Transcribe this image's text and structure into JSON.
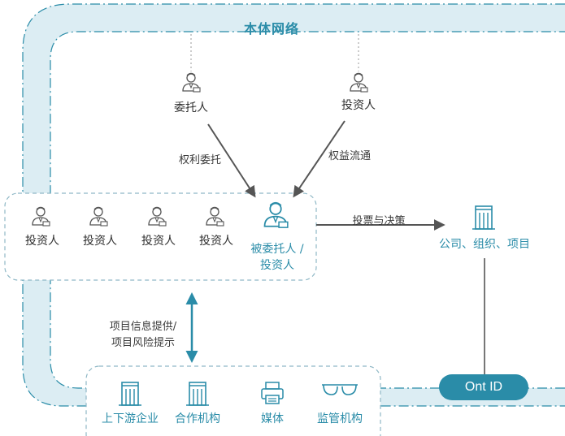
{
  "network": {
    "title": "本体网络"
  },
  "delegator": {
    "label": "委托人"
  },
  "top_investor": {
    "label": "投资人"
  },
  "edge_rights": "权利委托",
  "edge_interest": "权益流通",
  "investors": [
    {
      "label": "投资人"
    },
    {
      "label": "投资人"
    },
    {
      "label": "投资人"
    },
    {
      "label": "投资人"
    }
  ],
  "trustee": {
    "label_line1": "被委托人 /",
    "label_line2": "投资人"
  },
  "edge_vote": "投票与决策",
  "company": {
    "label": "公司、组织、项目"
  },
  "edge_info": {
    "line1": "项目信息提供/",
    "line2": "项目风险提示"
  },
  "ont_id": "Ont ID",
  "parties": [
    {
      "label": "上下游企业",
      "icon": "building-icon"
    },
    {
      "label": "合作机构",
      "icon": "building-icon"
    },
    {
      "label": "媒体",
      "icon": "printer-icon"
    },
    {
      "label": "监管机构",
      "icon": "glasses-icon"
    }
  ],
  "colors": {
    "teal": "#2a8ca8",
    "band": "#dcedf3",
    "text": "#2f2f2f",
    "arrow": "#555555"
  }
}
